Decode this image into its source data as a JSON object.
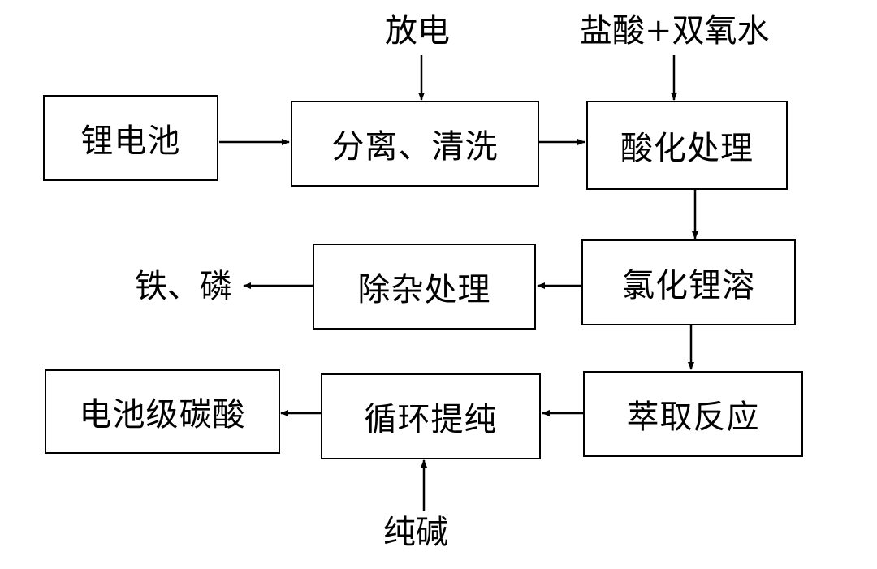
{
  "nodes": {
    "lithium_battery": "锂电池",
    "separation_washing": "分离、清洗",
    "acid_treatment": "酸化处理",
    "lithium_chloride_solution": "氯化锂溶",
    "impurity_removal": "除杂处理",
    "extraction_reaction": "萃取反应",
    "cyclic_purification": "循环提纯",
    "battery_grade_carbonate": "电池级碳酸"
  },
  "inputs": {
    "discharge": "放电",
    "hcl_h2o2": "盐酸+双氧水",
    "soda_ash": "纯碱"
  },
  "outputs": {
    "iron_phosphorus": "铁、磷"
  },
  "edges": [
    [
      "lithium_battery",
      "separation_washing"
    ],
    [
      "separation_washing",
      "acid_treatment"
    ],
    [
      "acid_treatment",
      "lithium_chloride_solution"
    ],
    [
      "lithium_chloride_solution",
      "impurity_removal"
    ],
    [
      "lithium_chloride_solution",
      "extraction_reaction"
    ],
    [
      "extraction_reaction",
      "cyclic_purification"
    ],
    [
      "cyclic_purification",
      "battery_grade_carbonate"
    ],
    [
      "discharge",
      "separation_washing"
    ],
    [
      "hcl_h2o2",
      "acid_treatment"
    ],
    [
      "soda_ash",
      "cyclic_purification"
    ],
    [
      "impurity_removal",
      "iron_phosphorus"
    ]
  ]
}
